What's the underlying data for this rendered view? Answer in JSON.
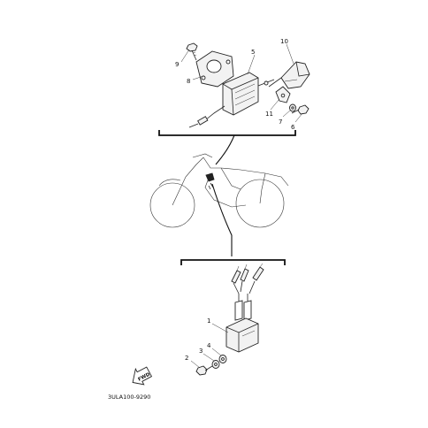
{
  "callouts": {
    "top": [
      {
        "id": "c9",
        "text": "9"
      },
      {
        "id": "c8",
        "text": "8"
      },
      {
        "id": "c5",
        "text": "5"
      },
      {
        "id": "c10",
        "text": "10"
      },
      {
        "id": "c11",
        "text": "11"
      },
      {
        "id": "c7",
        "text": "7"
      },
      {
        "id": "c6",
        "text": "6"
      }
    ],
    "bottom": [
      {
        "id": "c1",
        "text": "1"
      },
      {
        "id": "c4",
        "text": "4"
      },
      {
        "id": "c3",
        "text": "3"
      },
      {
        "id": "c2",
        "text": "2"
      }
    ]
  },
  "front_arrow_text": "FWD",
  "diagram_code": "3ULA100-9290"
}
